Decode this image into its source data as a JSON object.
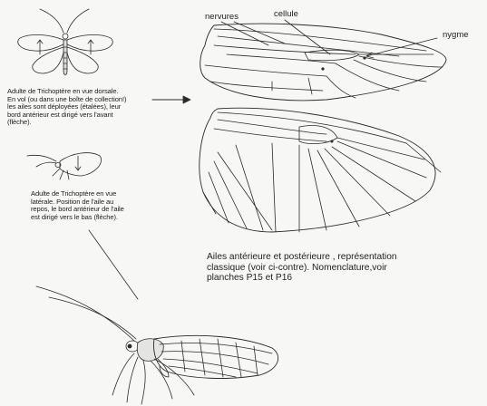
{
  "labels": {
    "nervures": "nervures",
    "cellule": "cellule",
    "nygme": "nygme"
  },
  "captions": {
    "dorsal": "Adulte de Trichoptère en vue dorsale.\nEn vol (ou dans une boîte de collection!)\nles ailes sont déployées (étalées), leur\nbord antérieur est dirigé vers l'avant\n(flèche).",
    "lateral": "Adulte de Trichoptère en vue\nlatérale. Position de l'aile au\nrepos, le bord antérieur de l'aile\nest dirigé vers le bas (flèche).",
    "wings": "Ailes antérieure et postérieure , représentation\nclassique (voir ci-contre). Nomenclature,voir\nplanches P15 et P16"
  },
  "colors": {
    "ink": "#2a2a2a",
    "paper": "#f7f7f5"
  },
  "icons": [
    "arrow-right-icon",
    "arrow-up-icon",
    "arrow-down-icon"
  ]
}
